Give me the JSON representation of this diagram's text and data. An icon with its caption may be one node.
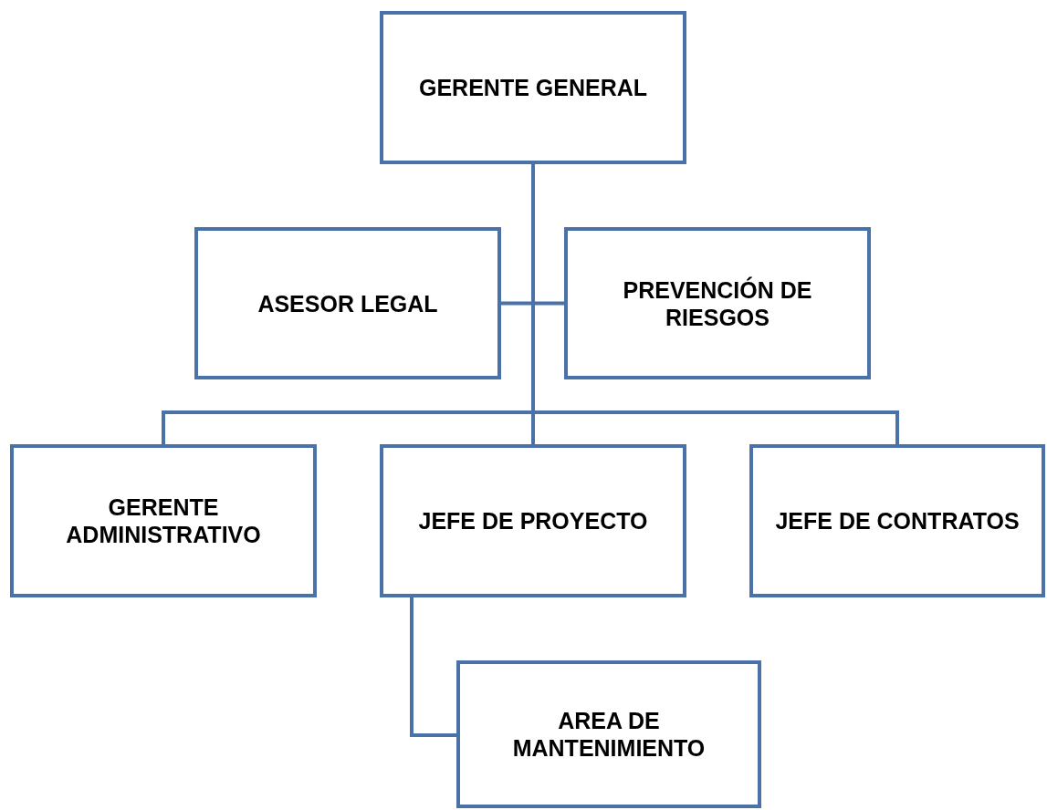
{
  "diagram": {
    "nodes": [
      {
        "text": [
          "GERENTE GENERAL"
        ]
      },
      {
        "text": [
          "ASESOR LEGAL"
        ]
      },
      {
        "text": [
          "PREVENCIÓN DE RIESGOS"
        ]
      },
      {
        "text": [
          "GERENTE ADMINISTRATIVO"
        ]
      },
      {
        "text": [
          "JEFE DE PROYECTO"
        ]
      },
      {
        "text": [
          "JEFE DE CONTRATOS"
        ]
      },
      {
        "text": [
          "AREA DE MANTENIMIENTO"
        ]
      }
    ],
    "edges": [
      {
        "from": 0,
        "to": 1,
        "arrow": "none"
      },
      {
        "from": 0,
        "to": 2,
        "arrow": "none"
      },
      {
        "from": 0,
        "to": 3,
        "arrow": "none"
      },
      {
        "from": 0,
        "to": 4,
        "arrow": "none"
      },
      {
        "from": 0,
        "to": 5,
        "arrow": "none"
      },
      {
        "from": 4,
        "to": 6,
        "arrow": "none"
      }
    ]
  }
}
